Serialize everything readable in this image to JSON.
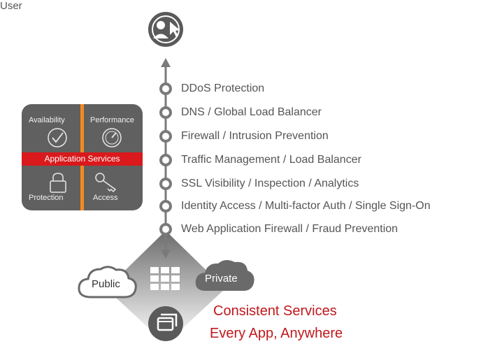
{
  "user": {
    "label": "User"
  },
  "layers": [
    "DDoS Protection",
    "DNS / Global Load Balancer",
    "Firewall / Intrusion Prevention",
    "Traffic Management / Load Balancer",
    "SSL Visibility / Inspection / Analytics",
    "Identity Access / Multi-factor Auth / Single Sign-On",
    "Web Application Firewall / Fraud Prevention"
  ],
  "app_services": {
    "title": "Application Services",
    "quadrants": [
      "Availability",
      "Performance",
      "Protection",
      "Access"
    ]
  },
  "clouds": {
    "public": "Public",
    "private": "Private"
  },
  "tagline": {
    "line1": "Consistent Services",
    "line2": "Every App, Anywhere"
  },
  "colors": {
    "accent_red": "#c0181c",
    "band_red": "#d9191c",
    "orange": "#f18a21",
    "gray": "#606060"
  }
}
